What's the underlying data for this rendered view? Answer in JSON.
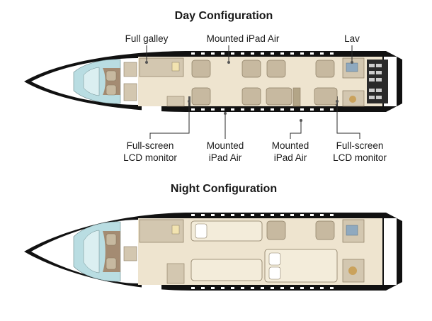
{
  "title_day": "Day Configuration",
  "title_night": "Night Configuration",
  "labels": {
    "full_galley": "Full galley",
    "ipad_top": "Mounted iPad Air",
    "lav": "Lav",
    "lcd_left_1": "Full-screen",
    "lcd_left_2": "LCD monitor",
    "ipad_bottom_left_1": "Mounted",
    "ipad_bottom_left_2": "iPad Air",
    "ipad_bottom_right_1": "Mounted",
    "ipad_bottom_right_2": "iPad Air",
    "lcd_right_1": "Full-screen",
    "lcd_right_2": "LCD monitor"
  },
  "colors": {
    "fuselage": "#111111",
    "floor": "#eee4cf",
    "seat": "#c7b9a0",
    "cabinet": "#d3c7b0",
    "cockpit_glass": "#b9dde2",
    "cockpit_floor": "#a48b72",
    "monitor": "#8fa9bf",
    "bed": "#f3ecda",
    "window": "#ffffff",
    "leader": "#2a2a2a"
  }
}
